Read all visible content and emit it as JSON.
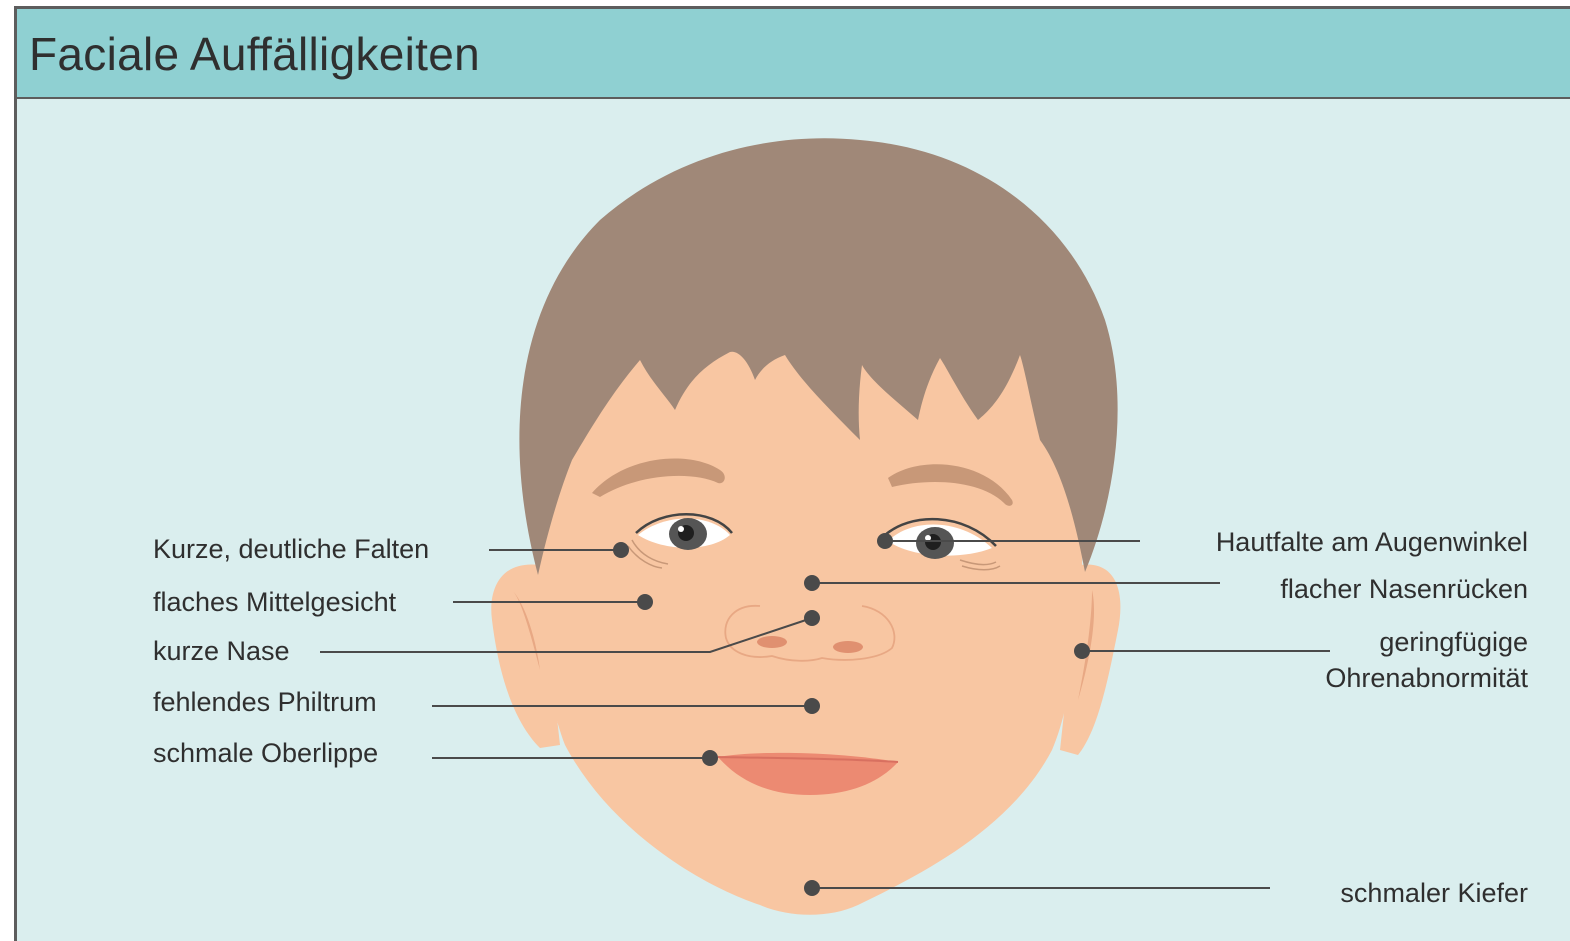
{
  "title": "Faciale Auffälligkeiten",
  "labels": {
    "kurze_falten": "Kurze, deutliche Falten",
    "flaches_mittelgesicht": "flaches Mittelgesicht",
    "kurze_nase": "kurze Nase",
    "fehlendes_philtrum": "fehlendes Philtrum",
    "schmale_oberlippe": "schmale Oberlippe",
    "hautfalte": "Hautfalte am Augenwinkel",
    "nasenruecken": "flacher Nasenrücken",
    "ohren_line1": "geringfügige",
    "ohren_line2": "Ohrenabnormität",
    "kiefer": "schmaler Kiefer"
  },
  "colors": {
    "header": "#8fd0d2",
    "background": "#daeeee",
    "hair": "#a08878",
    "skin": "#f8c6a2",
    "lips": "#ec8a72",
    "marker": "#4a4a4a"
  }
}
